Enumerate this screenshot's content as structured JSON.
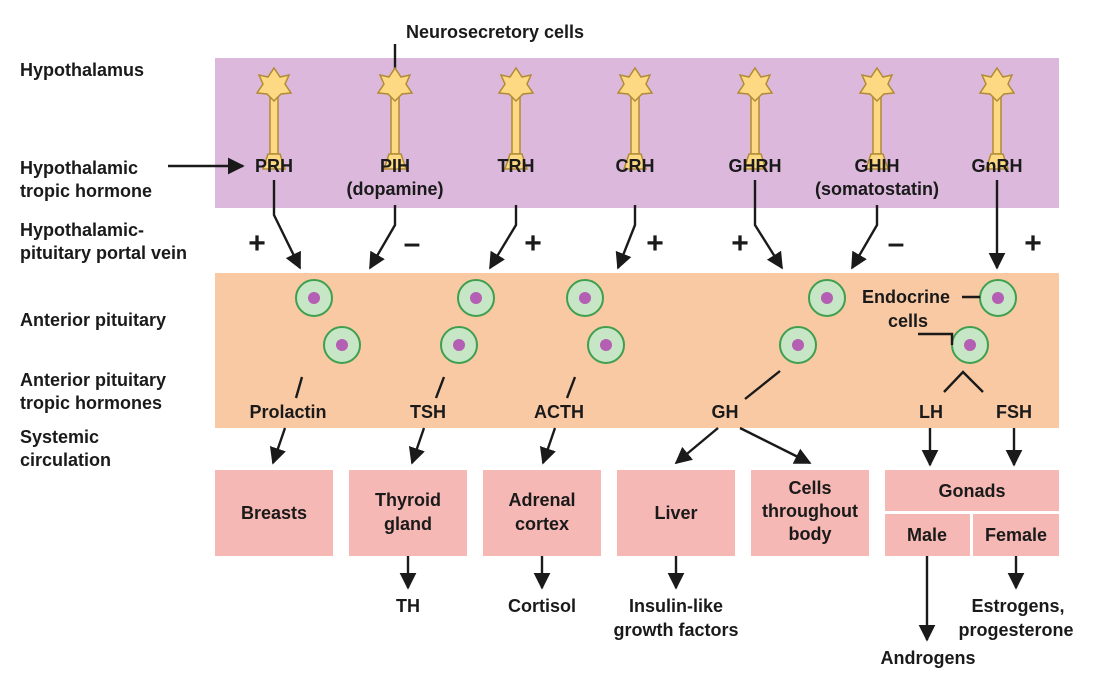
{
  "top_label": "Neurosecretory cells",
  "row_labels": {
    "hypothalamus": "Hypothalamus",
    "tropic_hormone_1": "Hypothalamic",
    "tropic_hormone_2": "tropic hormone",
    "portal_1": "Hypothalamic-",
    "portal_2": "pituitary portal vein",
    "anterior_pituitary": "Anterior pituitary",
    "ap_tropic_1": "Anterior pituitary",
    "ap_tropic_2": "tropic hormones",
    "systemic_1": "Systemic",
    "systemic_2": "circulation"
  },
  "hypothalamic_hormones": [
    {
      "name": "PRH",
      "sub": ""
    },
    {
      "name": "PIH",
      "sub": "(dopamine)"
    },
    {
      "name": "TRH",
      "sub": ""
    },
    {
      "name": "CRH",
      "sub": ""
    },
    {
      "name": "GHRH",
      "sub": ""
    },
    {
      "name": "GHIH",
      "sub": "(somatostatin)"
    },
    {
      "name": "GnRH",
      "sub": ""
    }
  ],
  "signs": [
    "+",
    "–",
    "+",
    "+",
    "+",
    "–",
    "+"
  ],
  "endocrine_cells_label": {
    "line1": "Endocrine",
    "line2": "cells"
  },
  "pituitary_hormones": [
    "Prolactin",
    "TSH",
    "ACTH",
    "GH",
    "LH",
    "FSH"
  ],
  "targets": {
    "breasts": "Breasts",
    "thyroid_1": "Thyroid",
    "thyroid_2": "gland",
    "adrenal_1": "Adrenal",
    "adrenal_2": "cortex",
    "liver": "Liver",
    "cells_1": "Cells",
    "cells_2": "throughout",
    "cells_3": "body",
    "gonads": "Gonads",
    "male": "Male",
    "female": "Female"
  },
  "outputs": {
    "th": "TH",
    "cortisol": "Cortisol",
    "igf_1": "Insulin-like",
    "igf_2": "growth factors",
    "androgens": "Androgens",
    "estrogens_1": "Estrogens,",
    "estrogens_2": "progesterone"
  },
  "colors": {
    "hypothalamus_band": "#dbb8dc",
    "pituitary_band": "#f9c9a3",
    "target_box": "#f5b8b4",
    "cell_fill": "#c6e6c6",
    "cell_stroke": "#3f9f4f",
    "nucleus": "#b45fb3",
    "neuron_fill": "#fcd982",
    "neuron_stroke": "#b18b34"
  }
}
